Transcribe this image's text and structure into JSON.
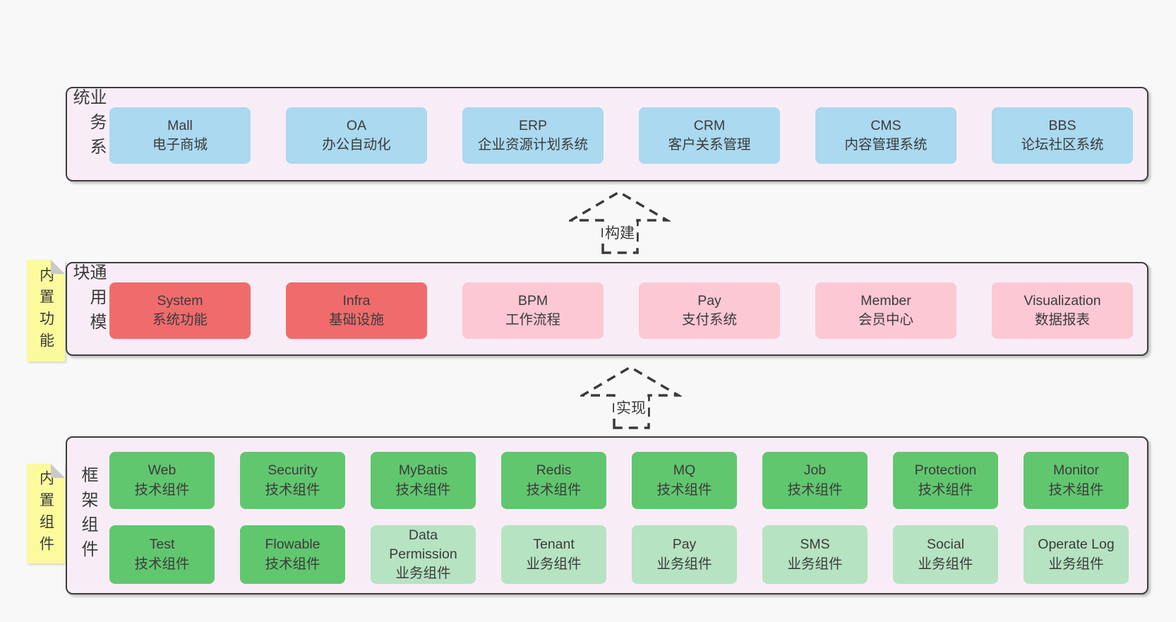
{
  "page": {
    "background": "#f8f8f8"
  },
  "colors": {
    "layer_fill": "#f8edf6",
    "layer_border": "#3d3d3d",
    "sticky_yellow": "#fbfa9d",
    "sticky_fold_gray": "#c9c9c9",
    "text": "#3b3b3b",
    "blue": "#aad9f0",
    "red": "#f06c6c",
    "pink": "#fbc8d4",
    "green": "#61c76f",
    "lightgreen": "#b6e3c1"
  },
  "arrows": [
    {
      "label": "构建"
    },
    {
      "label": "实现"
    }
  ],
  "layers": [
    {
      "id": "business-systems",
      "label": "业务系统",
      "boxes": [
        {
          "title": "Mall",
          "subtitle": "电子商城",
          "color": "blue"
        },
        {
          "title": "OA",
          "subtitle": "办公自动化",
          "color": "blue"
        },
        {
          "title": "ERP",
          "subtitle": "企业资源计划系统",
          "color": "blue"
        },
        {
          "title": "CRM",
          "subtitle": "客户关系管理",
          "color": "blue"
        },
        {
          "title": "CMS",
          "subtitle": "内容管理系统",
          "color": "blue"
        },
        {
          "title": "BBS",
          "subtitle": "论坛社区系统",
          "color": "blue"
        }
      ]
    },
    {
      "id": "common-modules",
      "label": "通用模块",
      "sticky": "内置功能",
      "boxes": [
        {
          "title": "System",
          "subtitle": "系统功能",
          "color": "red"
        },
        {
          "title": "Infra",
          "subtitle": "基础设施",
          "color": "red"
        },
        {
          "title": "BPM",
          "subtitle": "工作流程",
          "color": "pink"
        },
        {
          "title": "Pay",
          "subtitle": "支付系统",
          "color": "pink"
        },
        {
          "title": "Member",
          "subtitle": "会员中心",
          "color": "pink"
        },
        {
          "title": "Visualization",
          "subtitle": "数据报表",
          "color": "pink"
        }
      ]
    },
    {
      "id": "framework-components",
      "label": "框架组件",
      "sticky": "内置组件",
      "rows": [
        [
          {
            "title": "Web",
            "subtitle": "技术组件",
            "color": "green"
          },
          {
            "title": "Security",
            "subtitle": "技术组件",
            "color": "green"
          },
          {
            "title": "MyBatis",
            "subtitle": "技术组件",
            "color": "green"
          },
          {
            "title": "Redis",
            "subtitle": "技术组件",
            "color": "green"
          },
          {
            "title": "MQ",
            "subtitle": "技术组件",
            "color": "green"
          },
          {
            "title": "Job",
            "subtitle": "技术组件",
            "color": "green"
          },
          {
            "title": "Protection",
            "subtitle": "技术组件",
            "color": "green"
          },
          {
            "title": "Monitor",
            "subtitle": "技术组件",
            "color": "green"
          }
        ],
        [
          {
            "title": "Test",
            "subtitle": "技术组件",
            "color": "green"
          },
          {
            "title": "Flowable",
            "subtitle": "技术组件",
            "color": "green"
          },
          {
            "title": "Data Permission",
            "subtitle": "业务组件",
            "color": "lightgreen"
          },
          {
            "title": "Tenant",
            "subtitle": "业务组件",
            "color": "lightgreen"
          },
          {
            "title": "Pay",
            "subtitle": "业务组件",
            "color": "lightgreen"
          },
          {
            "title": "SMS",
            "subtitle": "业务组件",
            "color": "lightgreen"
          },
          {
            "title": "Social",
            "subtitle": "业务组件",
            "color": "lightgreen"
          },
          {
            "title": "Operate Log",
            "subtitle": "业务组件",
            "color": "lightgreen"
          }
        ]
      ]
    }
  ]
}
